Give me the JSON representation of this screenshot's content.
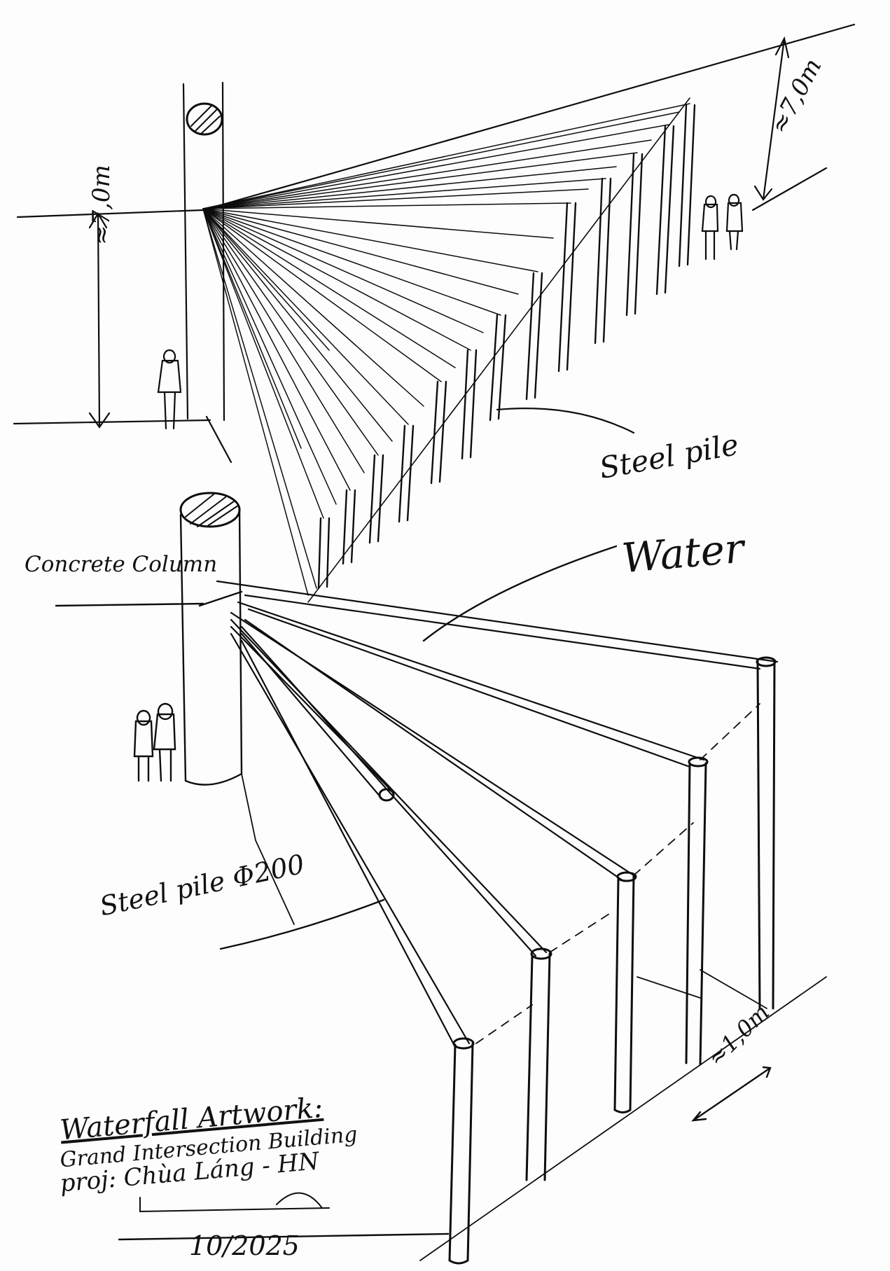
{
  "diagram": {
    "labels": {
      "dim_top_left": "≈7,0m",
      "dim_top_right": "≈7,0m",
      "steel_pile_top": "Steel pile",
      "water": "Water",
      "concrete_column": "Concrete Column",
      "steel_pile_diameter": "Steel pile Φ200",
      "dim_bottom": "≈1,0m"
    },
    "title_block": {
      "title": "Waterfall Artwork:",
      "subtitle": "Grand Intersection Building",
      "project": "proj: Chùa Láng - HN",
      "date": "10/2025"
    }
  }
}
